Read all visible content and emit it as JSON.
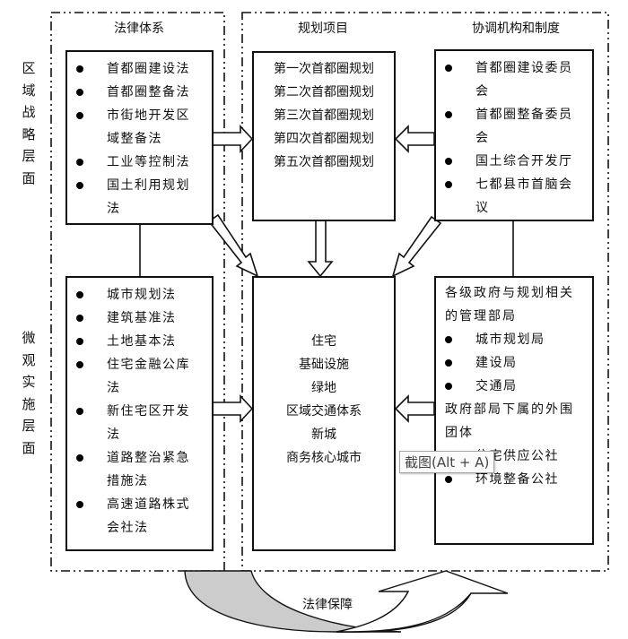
{
  "side_labels": {
    "regional": "区域战略层面",
    "micro": "微观实施层面"
  },
  "columns": {
    "law": "法律体系",
    "plan": "规划项目",
    "coord": "协调机构和制度"
  },
  "regional_laws": [
    {
      "lines": [
        "首都圈建设法"
      ]
    },
    {
      "lines": [
        "首都圈整备法"
      ]
    },
    {
      "lines": [
        "市街地开发区",
        "域整备法"
      ]
    },
    {
      "lines": [
        "工业等控制法"
      ]
    },
    {
      "lines": [
        "国土利用规划",
        "法"
      ]
    }
  ],
  "micro_laws": [
    {
      "lines": [
        "城市规划法"
      ]
    },
    {
      "lines": [
        "建筑基准法"
      ]
    },
    {
      "lines": [
        "土地基本法"
      ]
    },
    {
      "lines": [
        "住宅金融公库",
        "法"
      ]
    },
    {
      "lines": [
        "新住宅区开发",
        "法"
      ]
    },
    {
      "lines": [
        "道路整治紧急",
        "措施法"
      ]
    },
    {
      "lines": [
        "高速道路株式",
        "会社法"
      ]
    }
  ],
  "plans": [
    "第一次首都圈规划",
    "第二次首都圈规划",
    "第三次首都圈规划",
    "第四次首都圈规划",
    "第五次首都圈规划"
  ],
  "projects": [
    "住宅",
    "基础设施",
    "绿地",
    "区域交通体系",
    "新城",
    "商务核心城市"
  ],
  "regional_orgs": [
    {
      "lines": [
        "首都圈建设委员",
        "会"
      ]
    },
    {
      "lines": [
        "首都圈整备委员",
        "会"
      ]
    },
    {
      "lines": [
        "国土综合开发厅"
      ]
    },
    {
      "lines": [
        "七都县市首脑会",
        "议"
      ]
    }
  ],
  "local_orgs": {
    "heading": [
      "各级政府与规划相关",
      "的管理部局"
    ],
    "bureaus": [
      "城市规划局",
      "建设局",
      "交通局"
    ],
    "subheading": [
      "政府部局下属的外围",
      "团体"
    ],
    "groups": [
      "住宅供应公社",
      "环境整备公社"
    ]
  },
  "bottom_label": "法律保障",
  "tooltip": "截图(Alt + A)"
}
